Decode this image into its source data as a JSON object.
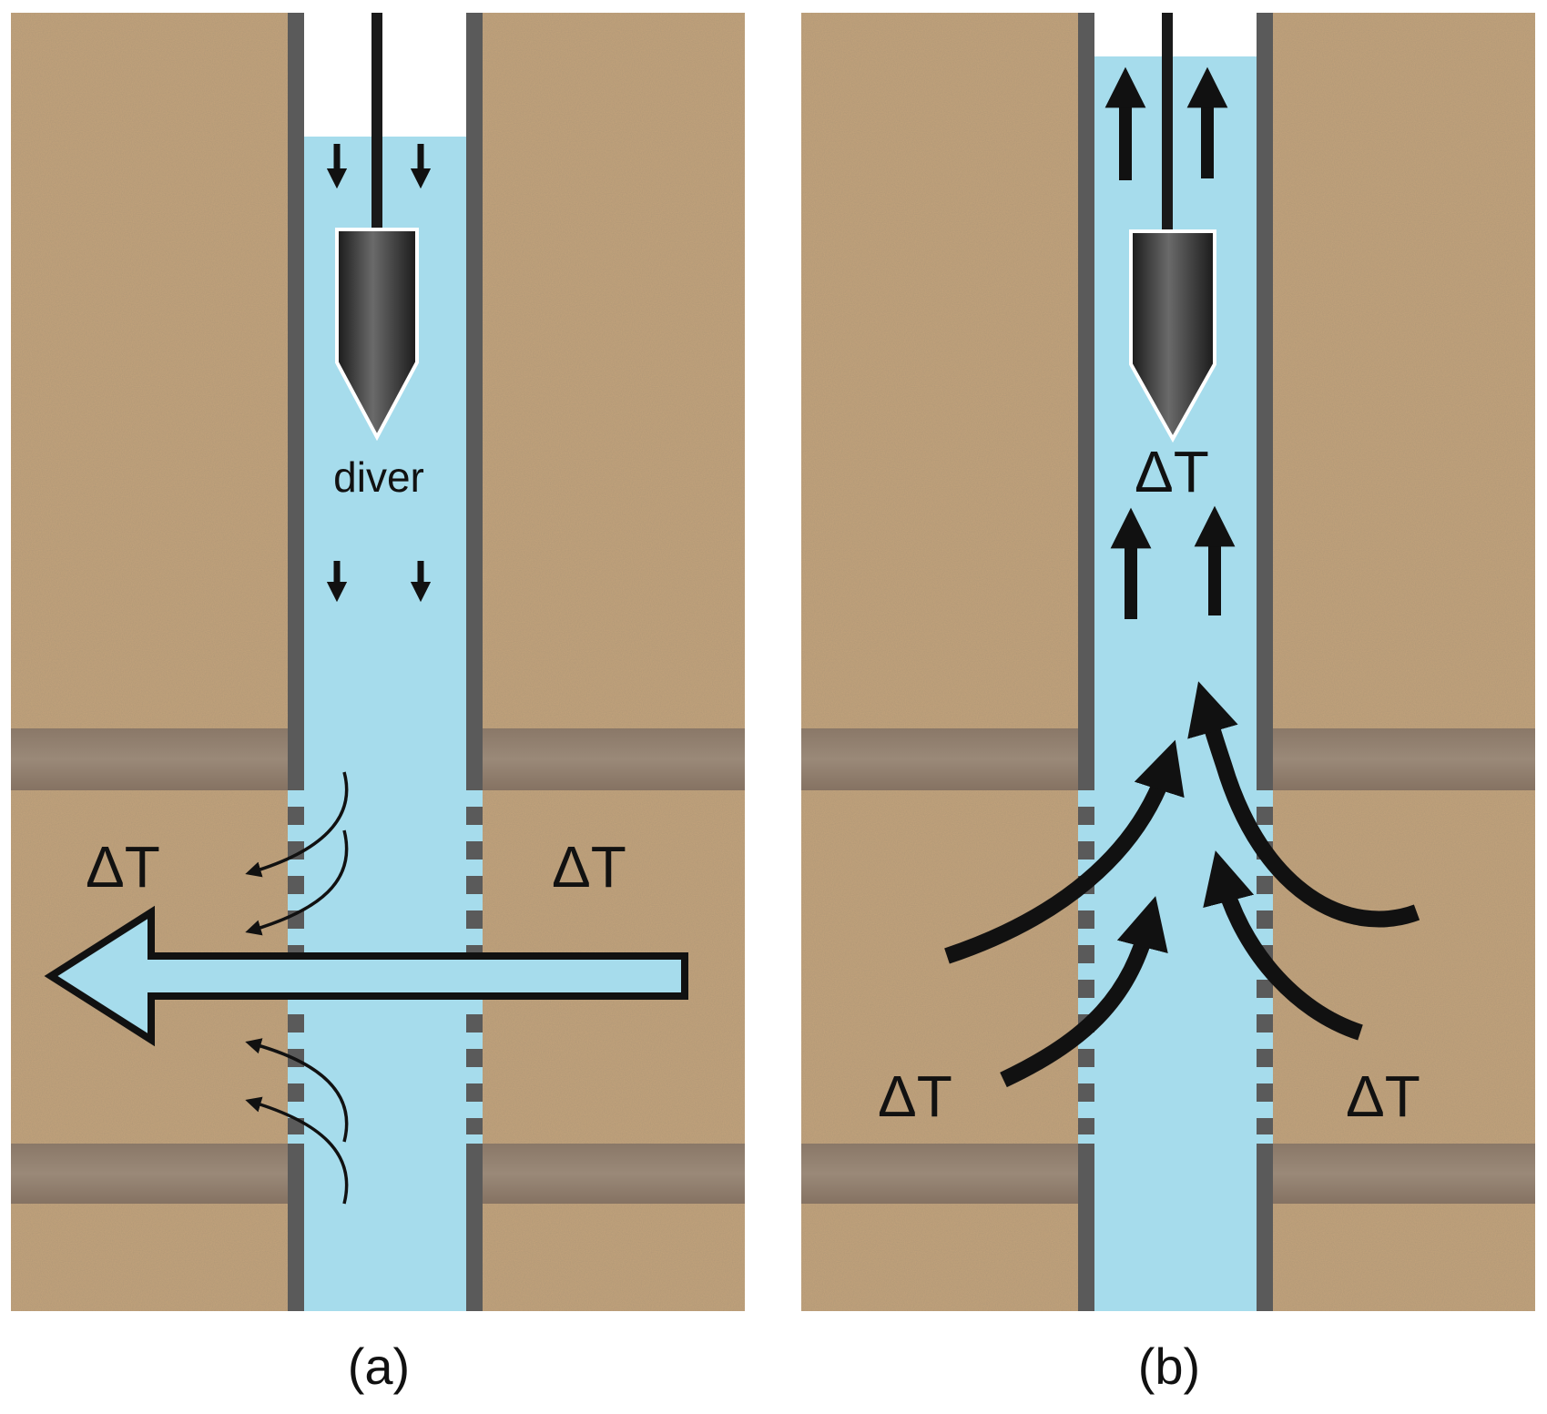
{
  "panels": [
    {
      "id": "a",
      "caption": "(a)",
      "diver_label": "diver",
      "delta_labels": [
        "ΔT",
        "ΔT"
      ]
    },
    {
      "id": "b",
      "caption": "(b)",
      "delta_labels": [
        "ΔT",
        "ΔT",
        "ΔT"
      ]
    }
  ],
  "colors": {
    "sand": "#c2a27a",
    "clay_band": "#8f7d6c",
    "water": "#a6dcec",
    "casing": "#5a5a5a",
    "arrow": "#111111",
    "background": "#ffffff"
  },
  "icons": [
    "diver-probe-icon",
    "flow-arrow-icon"
  ]
}
